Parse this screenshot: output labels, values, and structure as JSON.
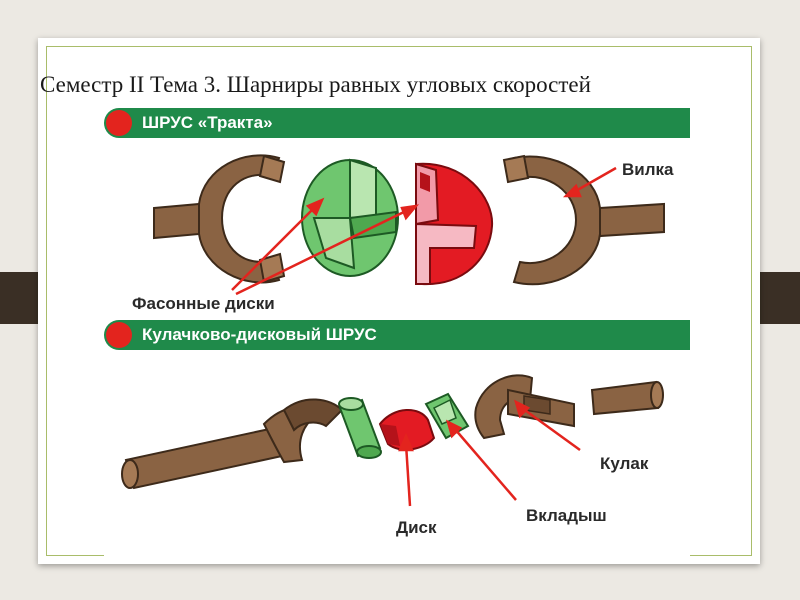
{
  "slide": {
    "title": "Семестр II Тема 3. Шарниры равных угловых скоростей"
  },
  "sections": [
    {
      "heading": "ШРУС «Тракта»"
    },
    {
      "heading": "Кулачково-дисковый ШРУС"
    }
  ],
  "callouts": {
    "fork": "Вилка",
    "shaped_discs": "Фасонные диски",
    "cam": "Кулак",
    "insert": "Вкладыш",
    "disc": "Диск"
  },
  "colors": {
    "section_bar": "#1f8a4a",
    "bullet": "#e3241e",
    "fork_brown": "#8a6343",
    "disc_green": "#6fc66f",
    "disc_red": "#e31b23",
    "arrow_red": "#e3241e"
  }
}
